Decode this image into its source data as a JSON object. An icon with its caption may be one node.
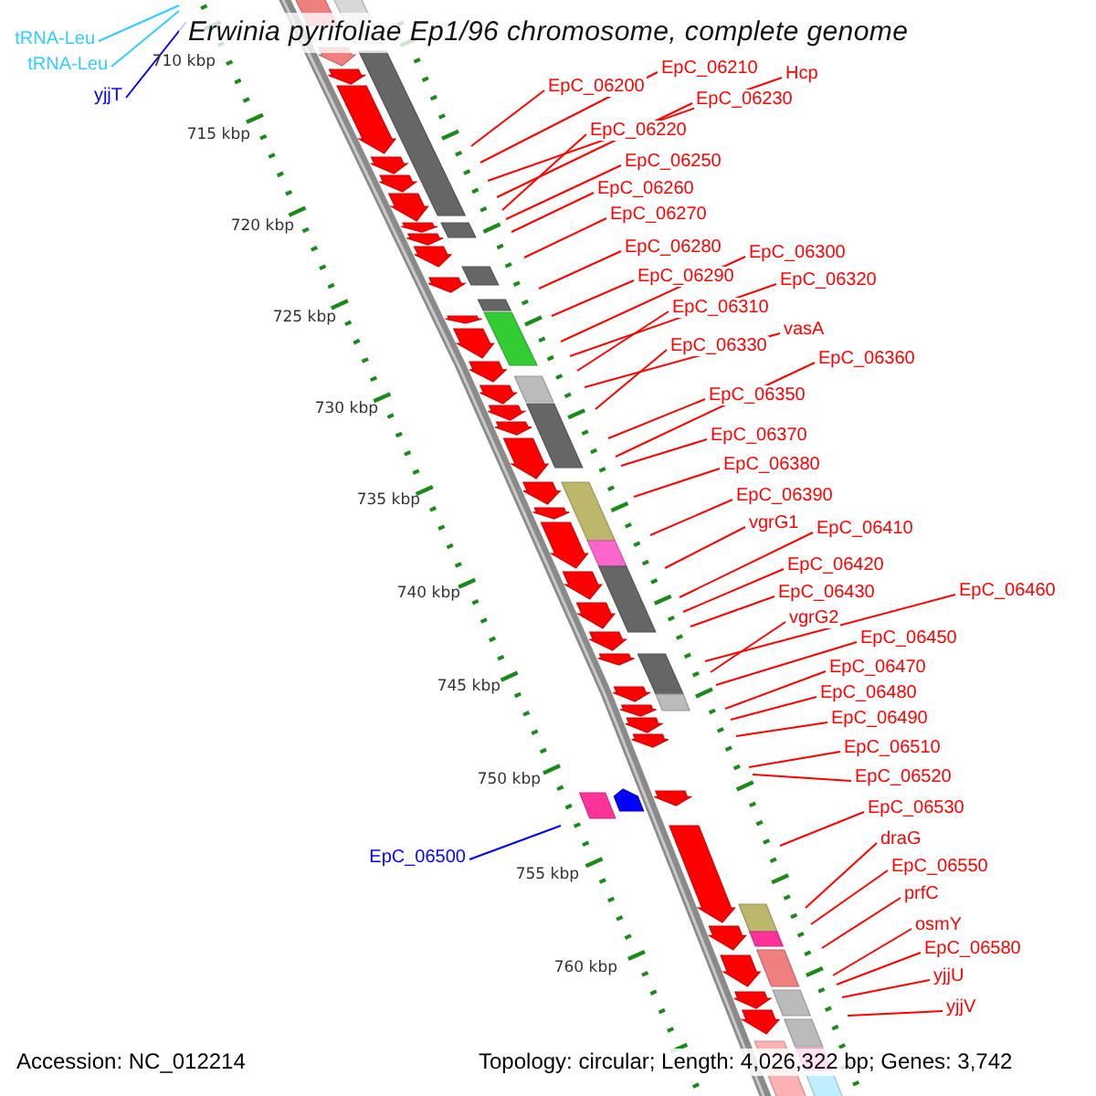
{
  "diagram": {
    "title": "Erwinia pyrifoliae Ep1/96 chromosome, complete genome",
    "nodes": [
      {
        "text": [
          "tRNA-Leu"
        ]
      },
      {
        "text": [
          "tRNA-Leu"
        ]
      },
      {
        "text": [
          "EpC_06210"
        ]
      },
      {
        "text": [
          "Hcp"
        ]
      },
      {
        "text": [
          "EpC_06200"
        ]
      },
      {
        "text": [
          "yjjT"
        ]
      },
      {
        "text": [
          "EpC_06230"
        ]
      },
      {
        "text": [
          "EpC_06220"
        ]
      },
      {
        "text": [
          "EpC_06250"
        ]
      },
      {
        "text": [
          "EpC_06260"
        ]
      },
      {
        "text": [
          "EpC_06270"
        ]
      },
      {
        "text": [
          "EpC_06280"
        ]
      },
      {
        "text": [
          "EpC_06300"
        ]
      },
      {
        "text": [
          "EpC_06290"
        ]
      },
      {
        "text": [
          "EpC_06320"
        ]
      },
      {
        "text": [
          "EpC_06310"
        ]
      },
      {
        "text": [
          "vasA"
        ]
      },
      {
        "text": [
          "EpC_06330"
        ]
      },
      {
        "text": [
          "EpC_06360"
        ]
      },
      {
        "text": [
          "EpC_06350"
        ]
      },
      {
        "text": [
          "EpC_06370"
        ]
      },
      {
        "text": [
          "EpC_06380"
        ]
      },
      {
        "text": [
          "EpC_06390"
        ]
      },
      {
        "text": [
          "vgrG1"
        ]
      },
      {
        "text": [
          "EpC_06410"
        ]
      },
      {
        "text": [
          "EpC_06420"
        ]
      },
      {
        "text": [
          "EpC_06430"
        ]
      },
      {
        "text": [
          "EpC_06460"
        ]
      },
      {
        "text": [
          "vgrG2"
        ]
      },
      {
        "text": [
          "EpC_06450"
        ]
      },
      {
        "text": [
          "EpC_06470"
        ]
      },
      {
        "text": [
          "EpC_06480"
        ]
      },
      {
        "text": [
          "EpC_06490"
        ]
      },
      {
        "text": [
          "EpC_06510"
        ]
      },
      {
        "text": [
          "EpC_06520"
        ]
      },
      {
        "text": [
          "EpC_06530"
        ]
      },
      {
        "text": [
          "draG"
        ]
      },
      {
        "text": [
          "EpC_06500"
        ]
      },
      {
        "text": [
          "EpC_06550"
        ]
      },
      {
        "text": [
          "prfC"
        ]
      },
      {
        "text": [
          "osmY"
        ]
      },
      {
        "text": [
          "EpC_06580"
        ]
      },
      {
        "text": [
          "yjjU"
        ]
      },
      {
        "text": [
          "yjjV"
        ]
      }
    ],
    "edges": [
      {
        "from": 0,
        "to": null,
        "arrow": "none",
        "color": "#33ccff"
      },
      {
        "from": 1,
        "to": null,
        "arrow": "none",
        "color": "#33ccff"
      },
      {
        "from": 2,
        "to": null,
        "arrow": "none"
      },
      {
        "from": 3,
        "to": null,
        "arrow": "none"
      },
      {
        "from": 4,
        "to": null,
        "arrow": "none"
      },
      {
        "from": 5,
        "to": null,
        "arrow": "none",
        "color": "#0000ff"
      },
      {
        "from": 6,
        "to": null,
        "arrow": "none"
      },
      {
        "from": 7,
        "to": null,
        "arrow": "none"
      },
      {
        "from": 8,
        "to": null,
        "arrow": "none"
      },
      {
        "from": 9,
        "to": null,
        "arrow": "none"
      },
      {
        "from": 10,
        "to": null,
        "arrow": "none"
      },
      {
        "from": 11,
        "to": null,
        "arrow": "none"
      },
      {
        "from": 12,
        "to": null,
        "arrow": "none"
      },
      {
        "from": 13,
        "to": null,
        "arrow": "none"
      },
      {
        "from": 14,
        "to": null,
        "arrow": "none"
      },
      {
        "from": 15,
        "to": null,
        "arrow": "none"
      },
      {
        "from": 16,
        "to": null,
        "arrow": "none"
      },
      {
        "from": 17,
        "to": null,
        "arrow": "none"
      },
      {
        "from": 18,
        "to": null,
        "arrow": "none"
      },
      {
        "from": 19,
        "to": null,
        "arrow": "none"
      },
      {
        "from": 20,
        "to": null,
        "arrow": "none"
      },
      {
        "from": 21,
        "to": null,
        "arrow": "none"
      },
      {
        "from": 22,
        "to": null,
        "arrow": "none"
      },
      {
        "from": 23,
        "to": null,
        "arrow": "none"
      },
      {
        "from": 24,
        "to": null,
        "arrow": "none"
      },
      {
        "from": 25,
        "to": null,
        "arrow": "none"
      },
      {
        "from": 26,
        "to": null,
        "arrow": "none"
      },
      {
        "from": 27,
        "to": null,
        "arrow": "none"
      },
      {
        "from": 28,
        "to": null,
        "arrow": "none"
      },
      {
        "from": 29,
        "to": null,
        "arrow": "none"
      },
      {
        "from": 30,
        "to": null,
        "arrow": "none"
      },
      {
        "from": 31,
        "to": null,
        "arrow": "none"
      },
      {
        "from": 32,
        "to": null,
        "arrow": "none"
      },
      {
        "from": 33,
        "to": null,
        "arrow": "none"
      },
      {
        "from": 34,
        "to": null,
        "arrow": "none"
      },
      {
        "from": 35,
        "to": null,
        "arrow": "none"
      },
      {
        "from": 36,
        "to": null,
        "arrow": "none"
      },
      {
        "from": 37,
        "to": null,
        "arrow": "none",
        "color": "#0000ff"
      },
      {
        "from": 38,
        "to": null,
        "arrow": "none"
      },
      {
        "from": 39,
        "to": null,
        "arrow": "none"
      },
      {
        "from": 40,
        "to": null,
        "arrow": "none"
      },
      {
        "from": 41,
        "to": null,
        "arrow": "none"
      },
      {
        "from": 42,
        "to": null,
        "arrow": "none"
      },
      {
        "from": 43,
        "to": null,
        "arrow": "none"
      }
    ],
    "labels": [
      "710 kbp",
      "715 kbp",
      "720 kbp",
      "725 kbp",
      "730 kbp",
      "735 kbp",
      "740 kbp",
      "745 kbp",
      "750 kbp",
      "755 kbp",
      "760 kbp",
      "Accession: NC_012214",
      "Topology: circular; Length: 4,026,322 bp; Genes: 3,742"
    ]
  }
}
